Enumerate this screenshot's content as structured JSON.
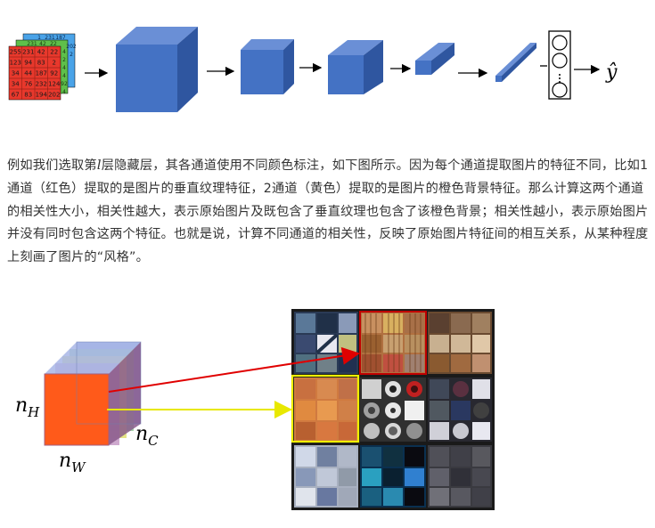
{
  "network": {
    "input_grid": {
      "red_layer": [
        [
          "255",
          "231",
          "42",
          "22"
        ],
        [
          "123",
          "94",
          "83",
          "2"
        ],
        [
          "34",
          "44",
          "187",
          "92"
        ],
        [
          "34",
          "76",
          "232",
          "124"
        ],
        [
          "67",
          "83",
          "194",
          "202"
        ]
      ],
      "green_layer_visible": [
        "231",
        "42",
        "22",
        "4",
        "2",
        "4",
        "4",
        "92",
        "4"
      ],
      "blue_layer_visible": [
        "1",
        "231",
        "187",
        "202",
        "2"
      ]
    },
    "output_label": "ŷ"
  },
  "paragraph": {
    "part1": "例如我们选取第",
    "var": "l",
    "part2": "层隐藏层，其各通道使用不同颜色标注，如下图所示。因为每个通道提取图片的特征不同，比如1通道（红色）提取的是图片的垂直纹理特征，2通道（黄色）提取的是图片的橙色背景特征。那么计算这两个通道的相关性大小，相关性越大，表示原始图片及既包含了垂直纹理也包含了该橙色背景；相关性越小，表示原始图片并没有同时包含这两个特征。也就是说，计算不同通道的相关性，反映了原始图片特征间的相互关系，从某种程度上刻画了图片的“风格”。"
  },
  "volume": {
    "nH_base": "n",
    "nH_sub": "H",
    "nW_base": "n",
    "nW_sub": "W",
    "nC_base": "n",
    "nC_sub": "C"
  },
  "colors": {
    "conv_face": "#4472c4",
    "conv_top": "#6a8fd6",
    "conv_side": "#2f56a0",
    "red_channel": "#ff5a1a",
    "yellow_channel": "#e8e63a",
    "red_arrow": "#e00000",
    "yellow_arrow": "#f0f000"
  }
}
